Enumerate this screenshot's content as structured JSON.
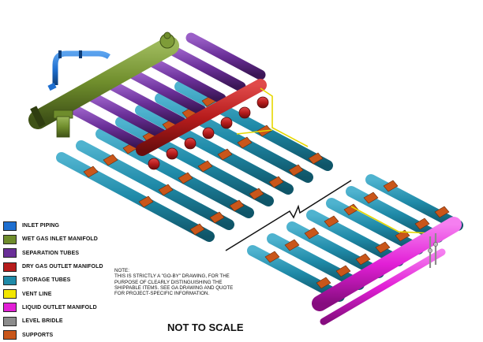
{
  "legend": [
    {
      "label": "INLET PIPING",
      "color": "#1e6fd0"
    },
    {
      "label": "WET GAS INLET MANIFOLD",
      "color": "#6f8d2c"
    },
    {
      "label": "SEPARATION TUBES",
      "color": "#6a2f98"
    },
    {
      "label": "DRY GAS OUTLET MANIFOLD",
      "color": "#b71c1c"
    },
    {
      "label": "STORAGE TUBES",
      "color": "#1f8aa8"
    },
    {
      "label": "VENT LINE",
      "color": "#f2e600"
    },
    {
      "label": "LIQUID OUTLET MANIFOLD",
      "color": "#e21fd6"
    },
    {
      "label": "LEVEL BRIDLE",
      "color": "#8c8c8c"
    },
    {
      "label": "SUPPORTS",
      "color": "#c9561a"
    }
  ],
  "note": {
    "title": "NOTE:",
    "lines": [
      "THIS IS STRICTLY A \"GO-BY\" DRAWING, FOR THE",
      "PURPOSE OF CLEARLY DISTINGUISHING THE",
      "SHIPPABLE ITEMS. SEE GA DRAWING AND QUOTE",
      "FOR PROJECT-SPECIFIC INFORMATION."
    ]
  },
  "scale_label": "NOT TO SCALE",
  "colors": {
    "inlet": "#1e6fd0",
    "wetgas": "#6f8d2c",
    "separation": "#6a2f98",
    "drygas": "#b71c1c",
    "storage": "#1f8aa8",
    "vent": "#e6d700",
    "liquid": "#e21fd6",
    "bridle": "#8c8c8c",
    "supports": "#c9561a"
  }
}
